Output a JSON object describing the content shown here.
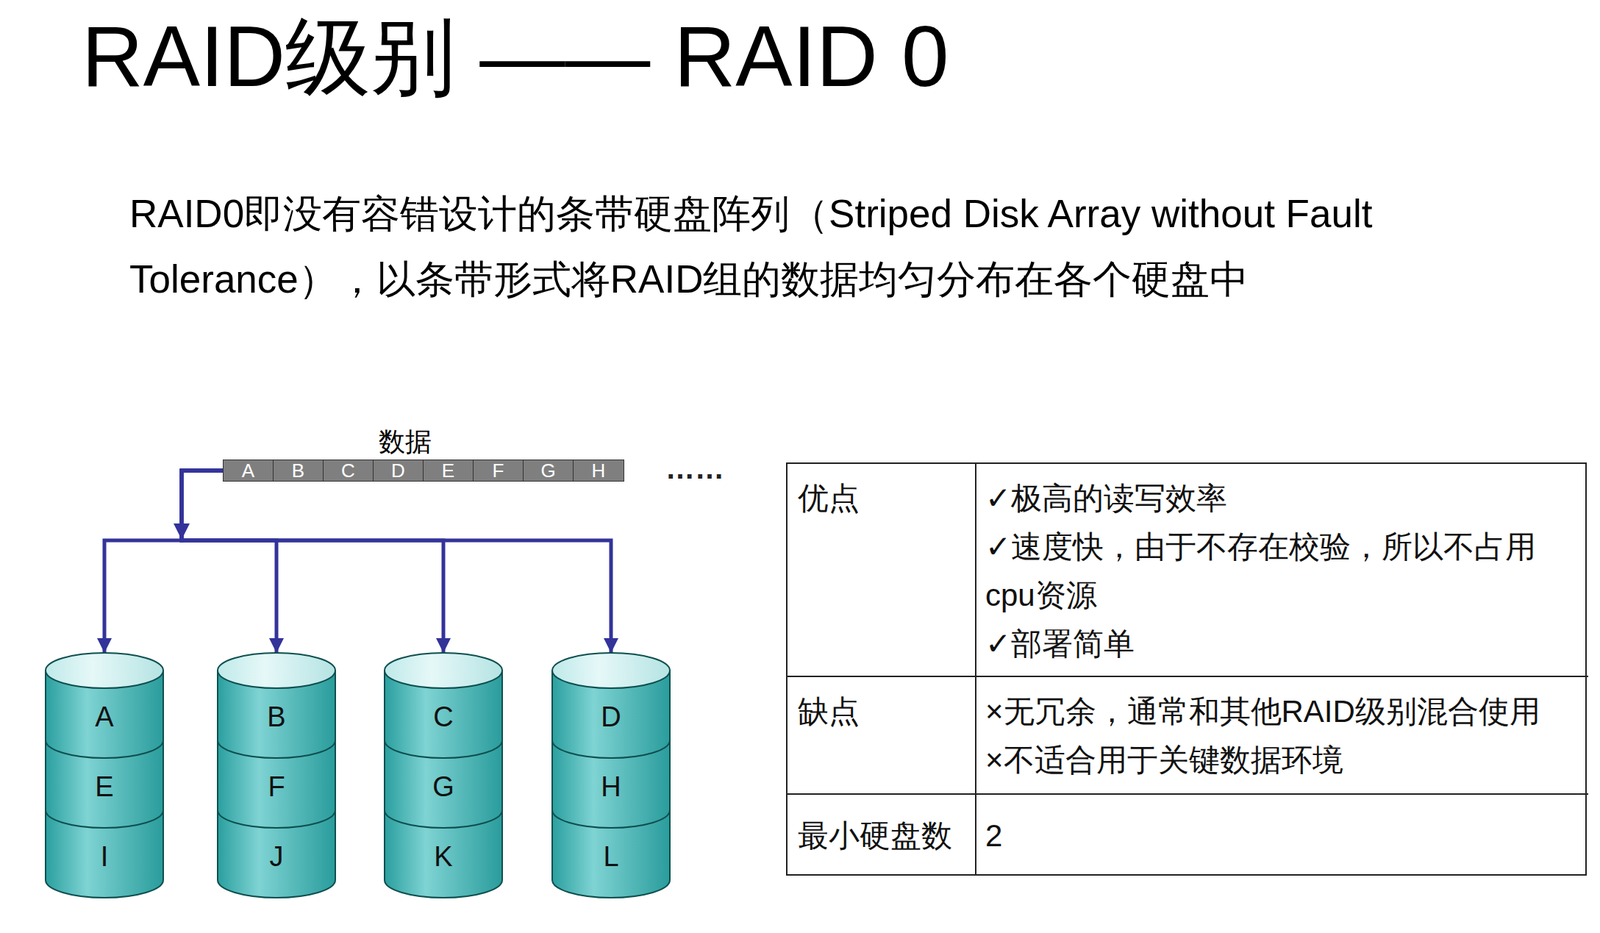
{
  "diagram": {
    "title": "RAID级别 —— RAID 0",
    "nodes": [
      {
        "text": [
          "数据",
          "A",
          "B",
          "C",
          "D",
          "E",
          "F",
          "G",
          "H"
        ]
      },
      {
        "text": [
          "A",
          "E",
          "I"
        ]
      },
      {
        "text": [
          "B",
          "F",
          "J"
        ]
      },
      {
        "text": [
          "C",
          "G",
          "K"
        ]
      },
      {
        "text": [
          "D",
          "H",
          "L"
        ]
      }
    ],
    "edges": [
      {
        "from": 0,
        "to": 1,
        "arrow": "to"
      },
      {
        "from": 0,
        "to": 2,
        "arrow": "to"
      },
      {
        "from": 0,
        "to": 3,
        "arrow": "to"
      },
      {
        "from": 0,
        "to": 4,
        "arrow": "to"
      }
    ],
    "labels": [
      "RAID0即没有容错设计的条带硬盘阵列（Striped Disk Array without Fault Tolerance），以条带形式将RAID组的数据均匀分布在各个硬盘中",
      "……",
      "优点",
      "✓极高的读写效率",
      "✓速度快，由于不存在校验，所以不占用cpu资源",
      "✓部署简单",
      "缺点",
      "×无冗余，通常和其他RAID级别混合使用",
      "×不适合用于关键数据环境",
      "最小硬盘数",
      "2"
    ]
  }
}
